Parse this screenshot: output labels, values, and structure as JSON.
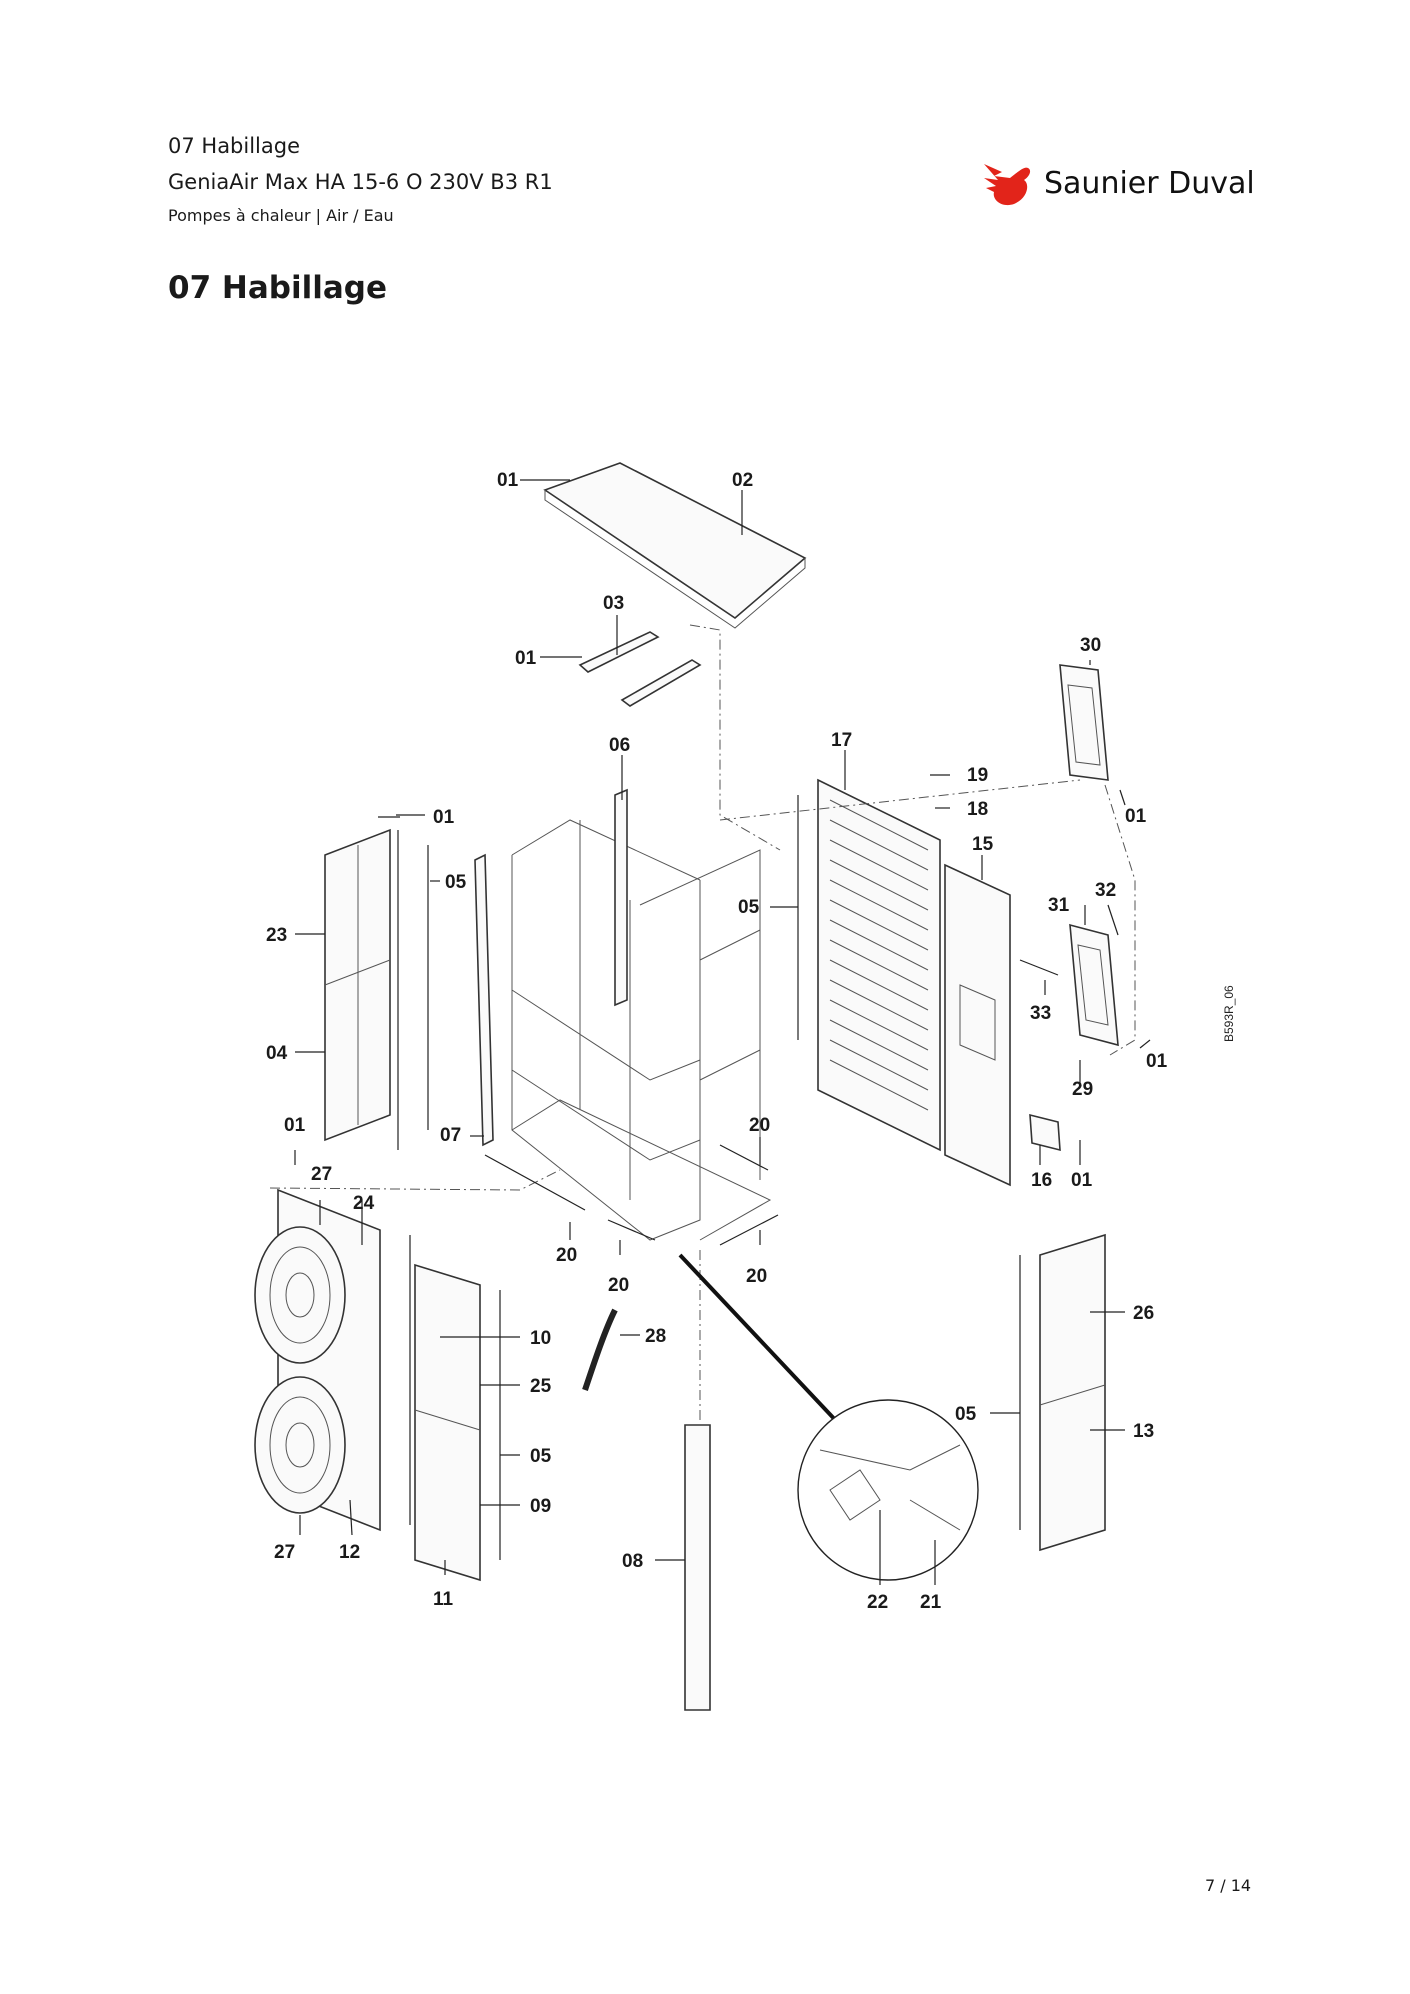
{
  "header": {
    "section": "07 Habillage",
    "model": "GeniaAir Max HA 15-6 O 230V B3  R1",
    "category": "Pompes à chaleur | Air / Eau"
  },
  "brand": {
    "name": "Saunier Duval",
    "color": "#e2241a",
    "icon": "bird-logo-icon"
  },
  "title": "07 Habillage",
  "diagram": {
    "reference": "B593R_06",
    "labels": {
      "top_01": "01",
      "top_02": "02",
      "top_03": "03",
      "top_01b": "01",
      "l_06": "06",
      "l_17": "17",
      "l_19": "19",
      "l_18": "18",
      "l_15": "15",
      "l_30": "30",
      "l_01_30": "01",
      "l_01_23": "01",
      "l_05_a": "05",
      "l_23": "23",
      "l_05_b": "05",
      "l_31": "31",
      "l_32": "32",
      "l_33": "33",
      "l_04": "04",
      "l_01_29": "01",
      "l_29": "29",
      "l_01_07": "01",
      "l_07": "07",
      "l_20_a": "20",
      "l_16": "16",
      "l_01_16": "01",
      "l_27_a": "27",
      "l_24": "24",
      "l_20_b": "20",
      "l_20_c": "20",
      "l_20_d": "20",
      "l_26": "26",
      "l_10": "10",
      "l_28": "28",
      "l_25": "25",
      "l_05_c": "05",
      "l_05_d": "05",
      "l_13": "13",
      "l_09": "09",
      "l_27_b": "27",
      "l_12": "12",
      "l_08": "08",
      "l_11": "11",
      "l_22": "22",
      "l_21": "21"
    }
  },
  "footer": {
    "page": "7 / 14"
  }
}
